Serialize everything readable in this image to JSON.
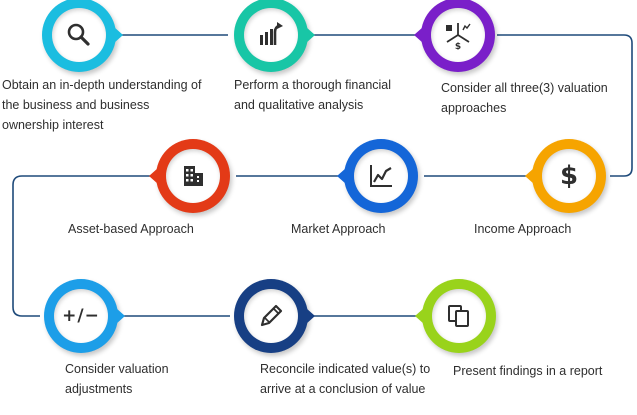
{
  "steps": [
    {
      "label": "Obtain an in-depth understanding of the business and business ownership interest",
      "icon": "magnifier-icon",
      "color": "#1bbde0"
    },
    {
      "label": "Perform a thorough financial and qualitative analysis",
      "icon": "growth-chart-icon",
      "color": "#18c6a6"
    },
    {
      "label": "Consider all three(3) valuation approaches",
      "icon": "valuation-approaches-icon",
      "color": "#7a1fc9"
    },
    {
      "label": "Income Approach",
      "icon": "dollar-icon",
      "color": "#f6a400"
    },
    {
      "label": "Market Approach",
      "icon": "line-chart-icon",
      "color": "#1466d8"
    },
    {
      "label": "Asset-based Approach",
      "icon": "buildings-icon",
      "color": "#e33a17"
    },
    {
      "label": "Consider valuation adjustments",
      "icon": "plus-minus-icon",
      "color": "#1c9ee8"
    },
    {
      "label": "Reconcile indicated value(s) to arrive at a conclusion of value",
      "icon": "pen-icon",
      "color": "#173f84"
    },
    {
      "label": "Present findings in a report",
      "icon": "documents-icon",
      "color": "#99d31b"
    }
  ],
  "icon_glyphs": {
    "dollar": "$",
    "plus_minus": "+/−"
  },
  "connector_color": "#1e4a7a"
}
